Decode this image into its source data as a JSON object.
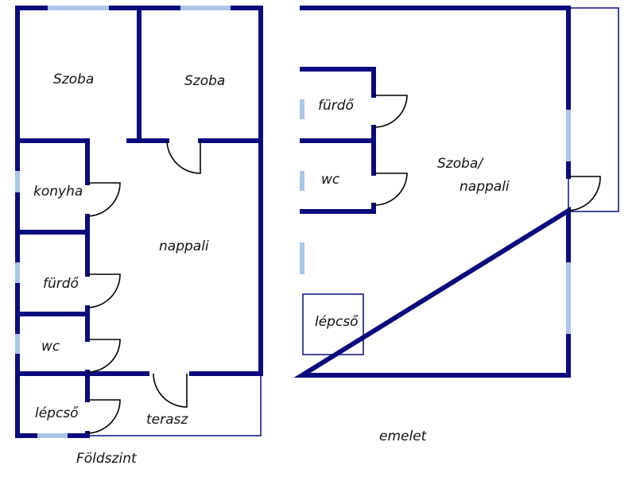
{
  "ground_floor": {
    "caption": "Földszint",
    "rooms": {
      "szoba_1": "Szoba",
      "szoba_2": "Szoba",
      "konyha": "konyha",
      "nappali": "nappali",
      "furdo": "fürdő",
      "wc": "wc",
      "lepcso": "lépcső",
      "terasz": "terasz"
    }
  },
  "upper_floor": {
    "caption": "emelet",
    "rooms": {
      "furdo": "fürdő",
      "wc": "wc",
      "szoba_nappali_line1": "Szoba/",
      "szoba_nappali_line2": "nappali",
      "lepcso": "lépcső"
    }
  },
  "colors": {
    "wall": "#0b0b7e",
    "window": "#a9c6e8",
    "door": "#000000"
  }
}
